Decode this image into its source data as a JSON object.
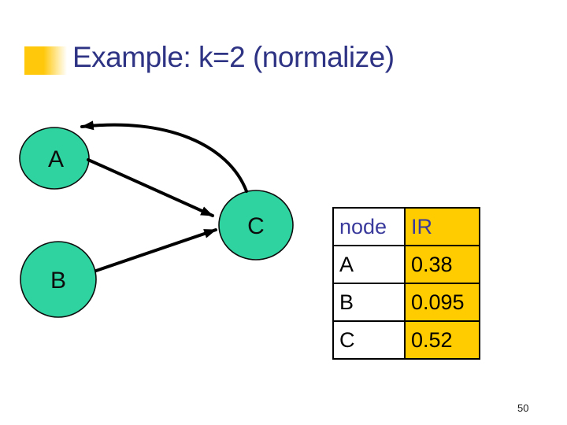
{
  "slide": {
    "title": "Example: k=2 (normalize)",
    "page_number": "50"
  },
  "colors": {
    "title_text": "#2e3384",
    "bullet_gold": "#ffc80a",
    "node_fill": "#2fd3a0",
    "node_outline": "#000000",
    "table_gold": "#ffcc00",
    "table_header_text": "#3a3a9c",
    "edge_black": "#000000"
  },
  "graph": {
    "nodes": [
      {
        "id": "A",
        "label": "A"
      },
      {
        "id": "B",
        "label": "B"
      },
      {
        "id": "C",
        "label": "C"
      }
    ],
    "edges": [
      {
        "from": "A",
        "to": "C",
        "style": "straight-arrow"
      },
      {
        "from": "B",
        "to": "C",
        "style": "straight-arrow"
      },
      {
        "from": "C",
        "to": "A",
        "style": "curved-arrow"
      }
    ]
  },
  "table": {
    "headers": [
      "node",
      "IR"
    ],
    "rows": [
      {
        "node": "A",
        "ir": "0.38"
      },
      {
        "node": "B",
        "ir": "0.095"
      },
      {
        "node": "C",
        "ir": "0.52"
      }
    ]
  }
}
